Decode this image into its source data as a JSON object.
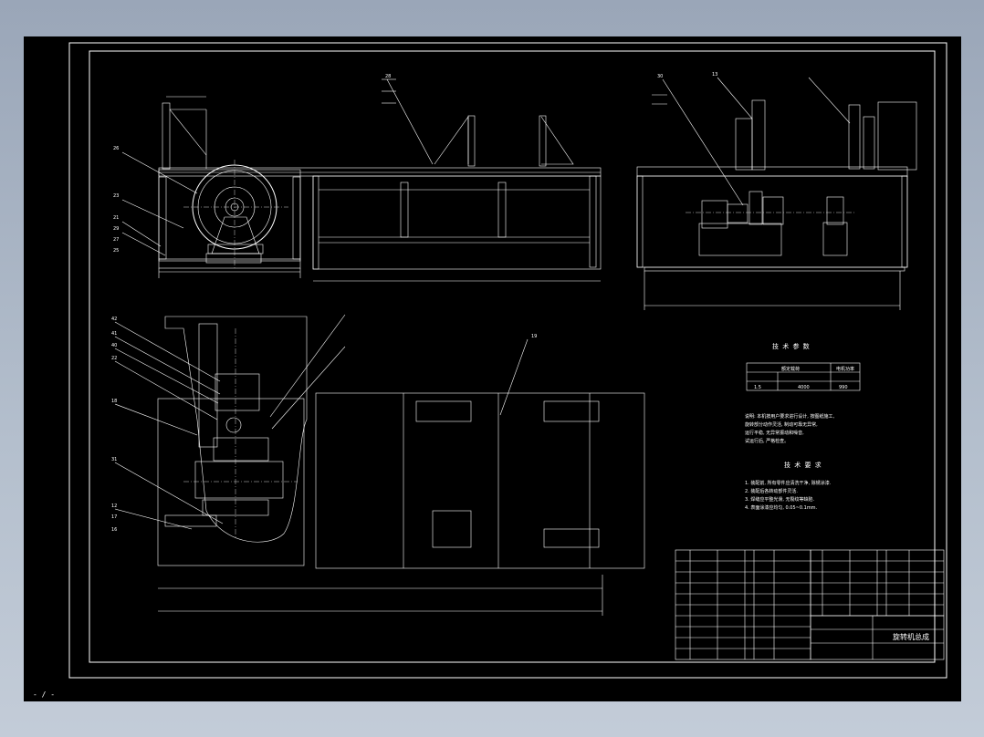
{
  "drawing": {
    "title": "旋转机总成",
    "technical_params": {
      "heading": "技 术 参 数",
      "header_row": [
        "额定载荷",
        "电机功率"
      ],
      "rows": [
        [
          "1.5",
          "4000",
          "990"
        ]
      ]
    },
    "params_notes": [
      "说明: 本机按用户要求进行设计, 按图纸施工,",
      "   旋转部分动作灵活, 制动可靠无异常,",
      "   运行平稳, 无异常振动和噪音,",
      "   试运行后, 严格检查。"
    ],
    "tech_requirements": {
      "heading": "技 术 要 求",
      "items": [
        "1. 装配前, 所有零件应清洗干净, 除锈涂漆.",
        "2. 装配后各转动部件灵活.",
        "3. 焊缝应平整光滑, 无裂纹等缺陷.",
        "4. 表面涂漆应均匀, 0.05~0.1mm."
      ]
    },
    "callouts": [
      "26",
      "23",
      "21",
      "29",
      "27",
      "25",
      "28",
      "30",
      "13",
      "42",
      "41",
      "40",
      "22",
      "18",
      "31",
      "12",
      "17",
      "16",
      "19"
    ]
  },
  "status_bar": {
    "coordinate_text": "- / -"
  }
}
